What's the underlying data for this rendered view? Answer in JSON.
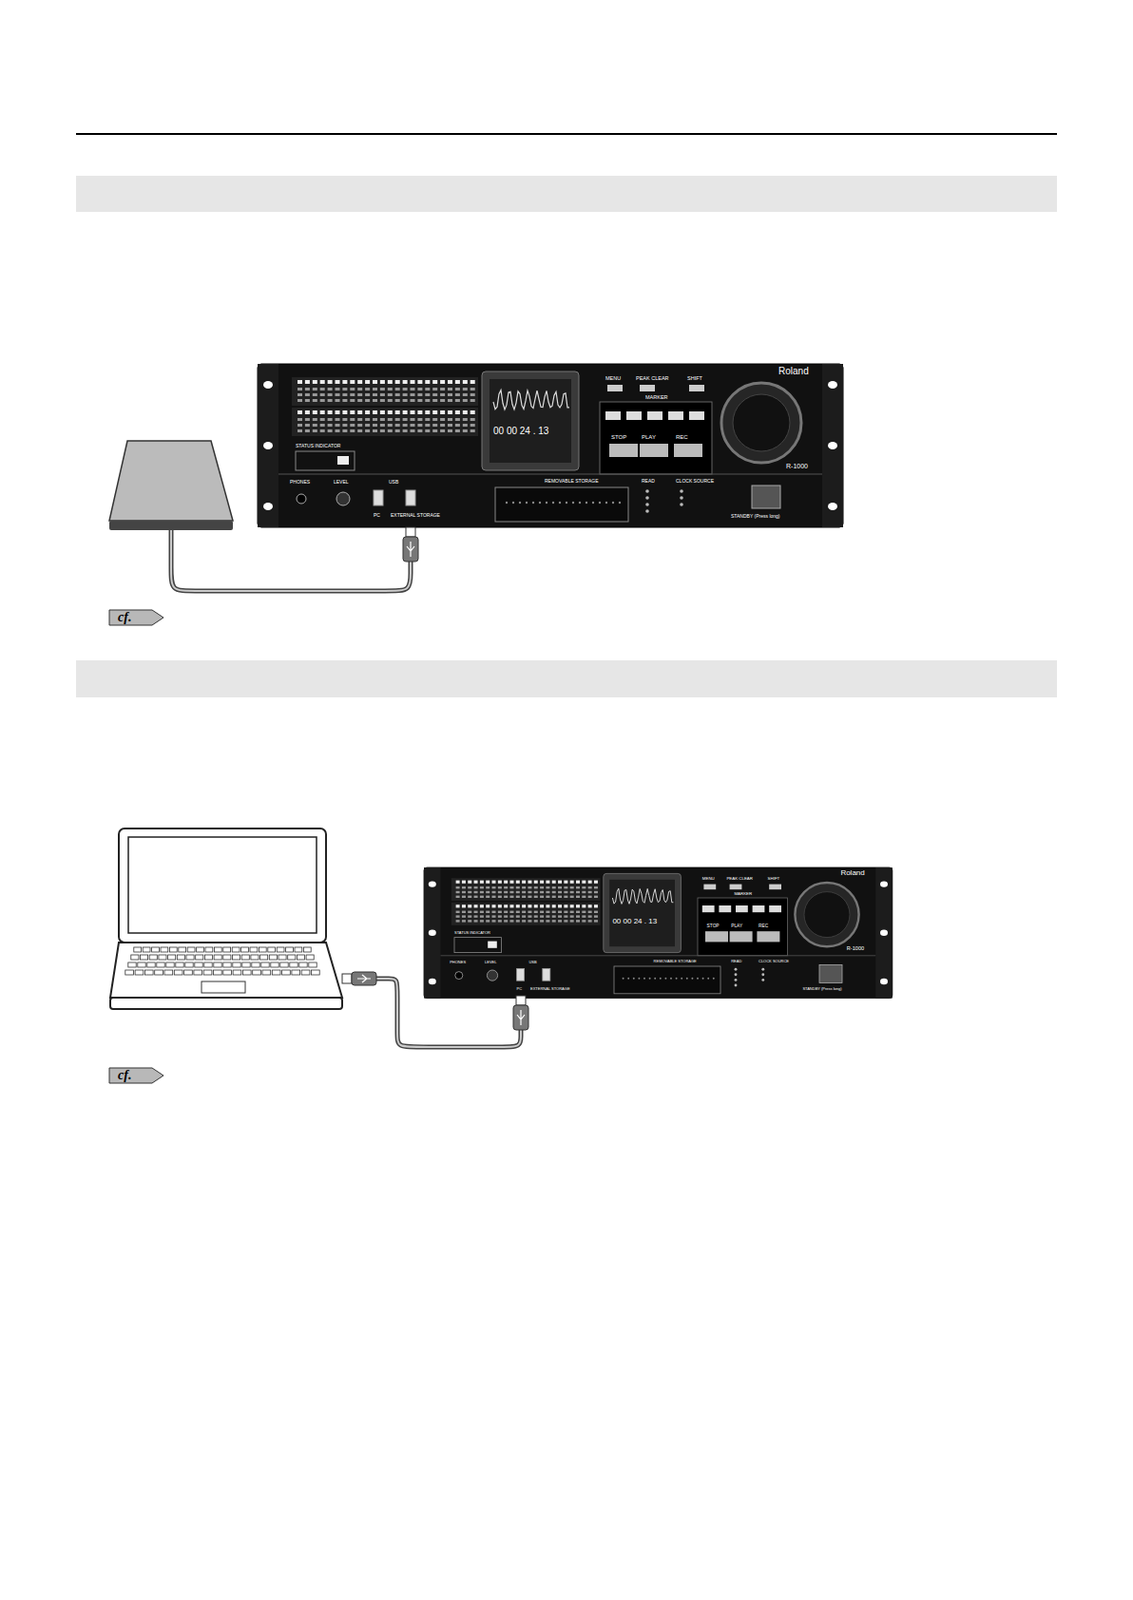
{
  "diagram": {
    "labels": [
      "Roland",
      "R-1000",
      "MENU",
      "PEAK CLEAR",
      "SHIFT",
      "MARKER",
      "STOP",
      "PLAY",
      "REC",
      "00 00 24 . 13",
      "STATUS INDICATOR",
      "PHONES",
      "LEVEL",
      "USB",
      "PC",
      "EXTERNAL STORAGE",
      "REMOVABLE STORAGE",
      "READ",
      "CLOCK SOURCE",
      "STANDBY (Press long)",
      "cf.",
      "Roland",
      "R-1000",
      "MENU",
      "PEAK CLEAR",
      "SHIFT",
      "MARKER",
      "STOP",
      "PLAY",
      "REC",
      "00 00 24 . 13",
      "STATUS INDICATOR",
      "PHONES",
      "LEVEL",
      "USB",
      "PC",
      "EXTERNAL STORAGE",
      "REMOVABLE STORAGE",
      "READ",
      "CLOCK SOURCE",
      "STANDBY (Press long)",
      "cf."
    ]
  }
}
